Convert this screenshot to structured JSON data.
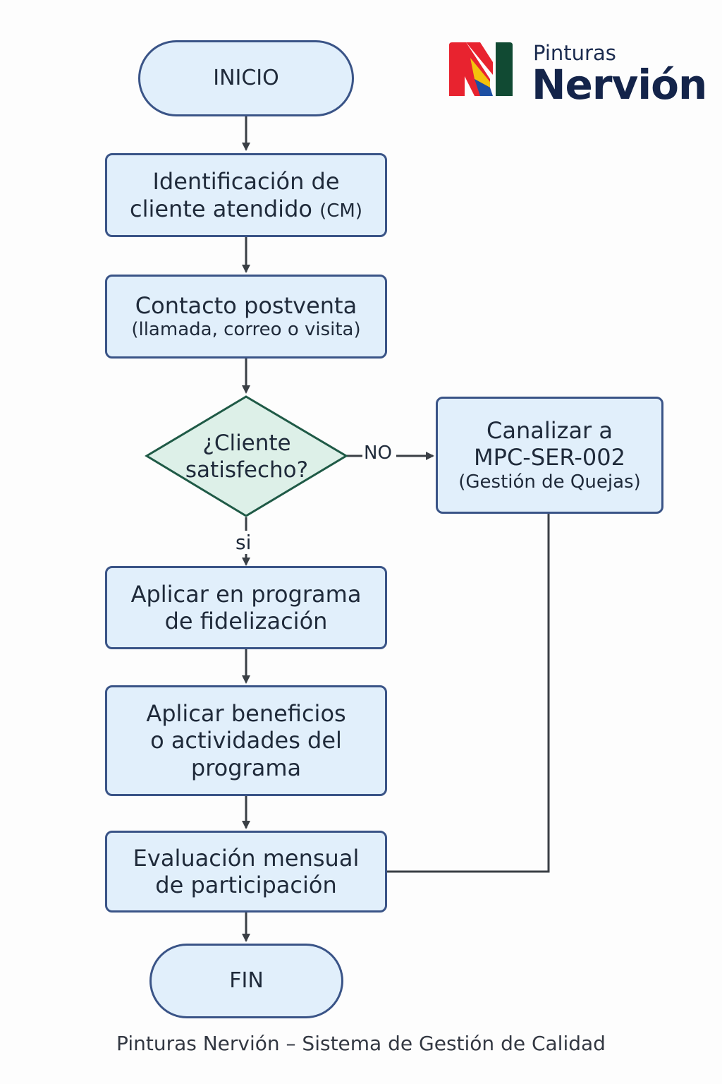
{
  "brand": {
    "small": "Pinturas",
    "big": "Nervión",
    "colors": {
      "red": "#e8232f",
      "yellow": "#f4c20d",
      "blue": "#1d4fa3",
      "green": "#114a33"
    }
  },
  "nodes": {
    "start": "INICIO",
    "identify": {
      "line1": "Identificación de",
      "line2_main": "cliente atendido",
      "line2_suffix": "(CM)"
    },
    "contact": {
      "line1": "Contacto postventa",
      "line2": "(llamada, correo o visita)"
    },
    "decision": {
      "line1": "¿Cliente",
      "line2": "satisfecho?"
    },
    "channel": {
      "line1": "Canalizar a",
      "line2": "MPC-SER-002",
      "line3": "(Gestión de Quejas)"
    },
    "program": {
      "line1": "Aplicar en programa",
      "line2": "de fidelización"
    },
    "benefits": {
      "line1": "Aplicar beneficios",
      "line2": "o actividades del",
      "line3": "programa"
    },
    "evaluation": {
      "line1": "Evaluación mensual",
      "line2": "de participación"
    },
    "end": "FIN"
  },
  "edges": {
    "no_label": "NO",
    "yes_label": "si"
  },
  "footer": "Pinturas Nervión – Sistema de Gestión de Calidad",
  "colors": {
    "box_fill": "#e1effb",
    "box_border": "#3a5487",
    "decision_fill": "#ddf0e8",
    "decision_border": "#1f5a46",
    "line": "#3a3f45"
  }
}
